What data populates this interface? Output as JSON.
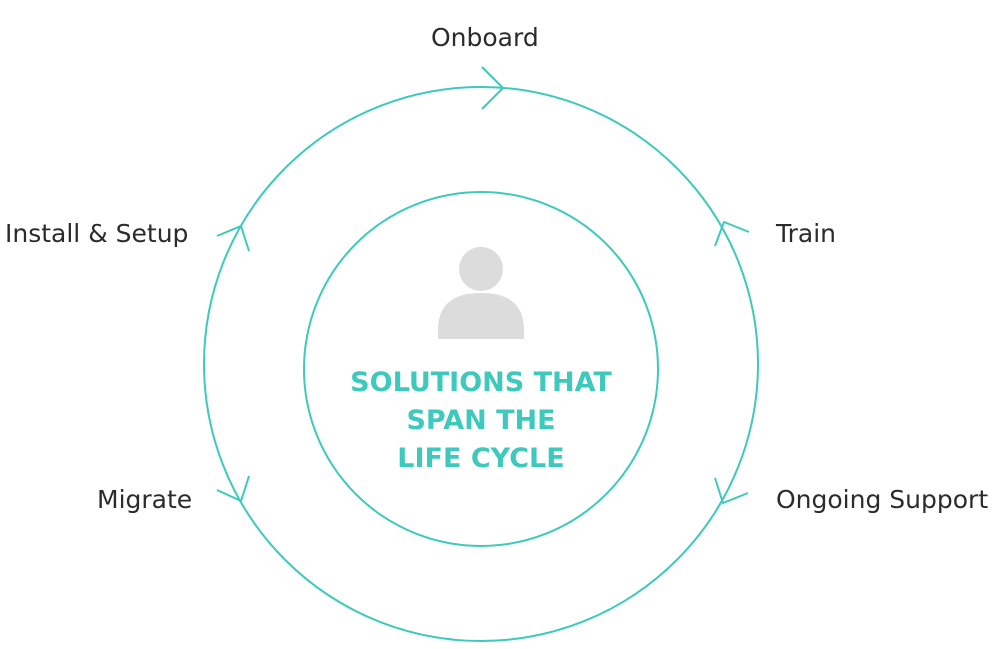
{
  "colors": {
    "ring": "#3ec9bd",
    "title": "#3ec9bd",
    "icon": "#dcdcdc",
    "label": "#2b2b2b"
  },
  "center": {
    "icon": "user-icon",
    "title_lines": [
      "SOLUTIONS THAT",
      "SPAN THE",
      "LIFE CYCLE"
    ]
  },
  "stages": [
    {
      "label": "Onboard"
    },
    {
      "label": "Train"
    },
    {
      "label": "Ongoing Support"
    },
    {
      "label": "Migrate"
    },
    {
      "label": "Install & Setup"
    }
  ]
}
